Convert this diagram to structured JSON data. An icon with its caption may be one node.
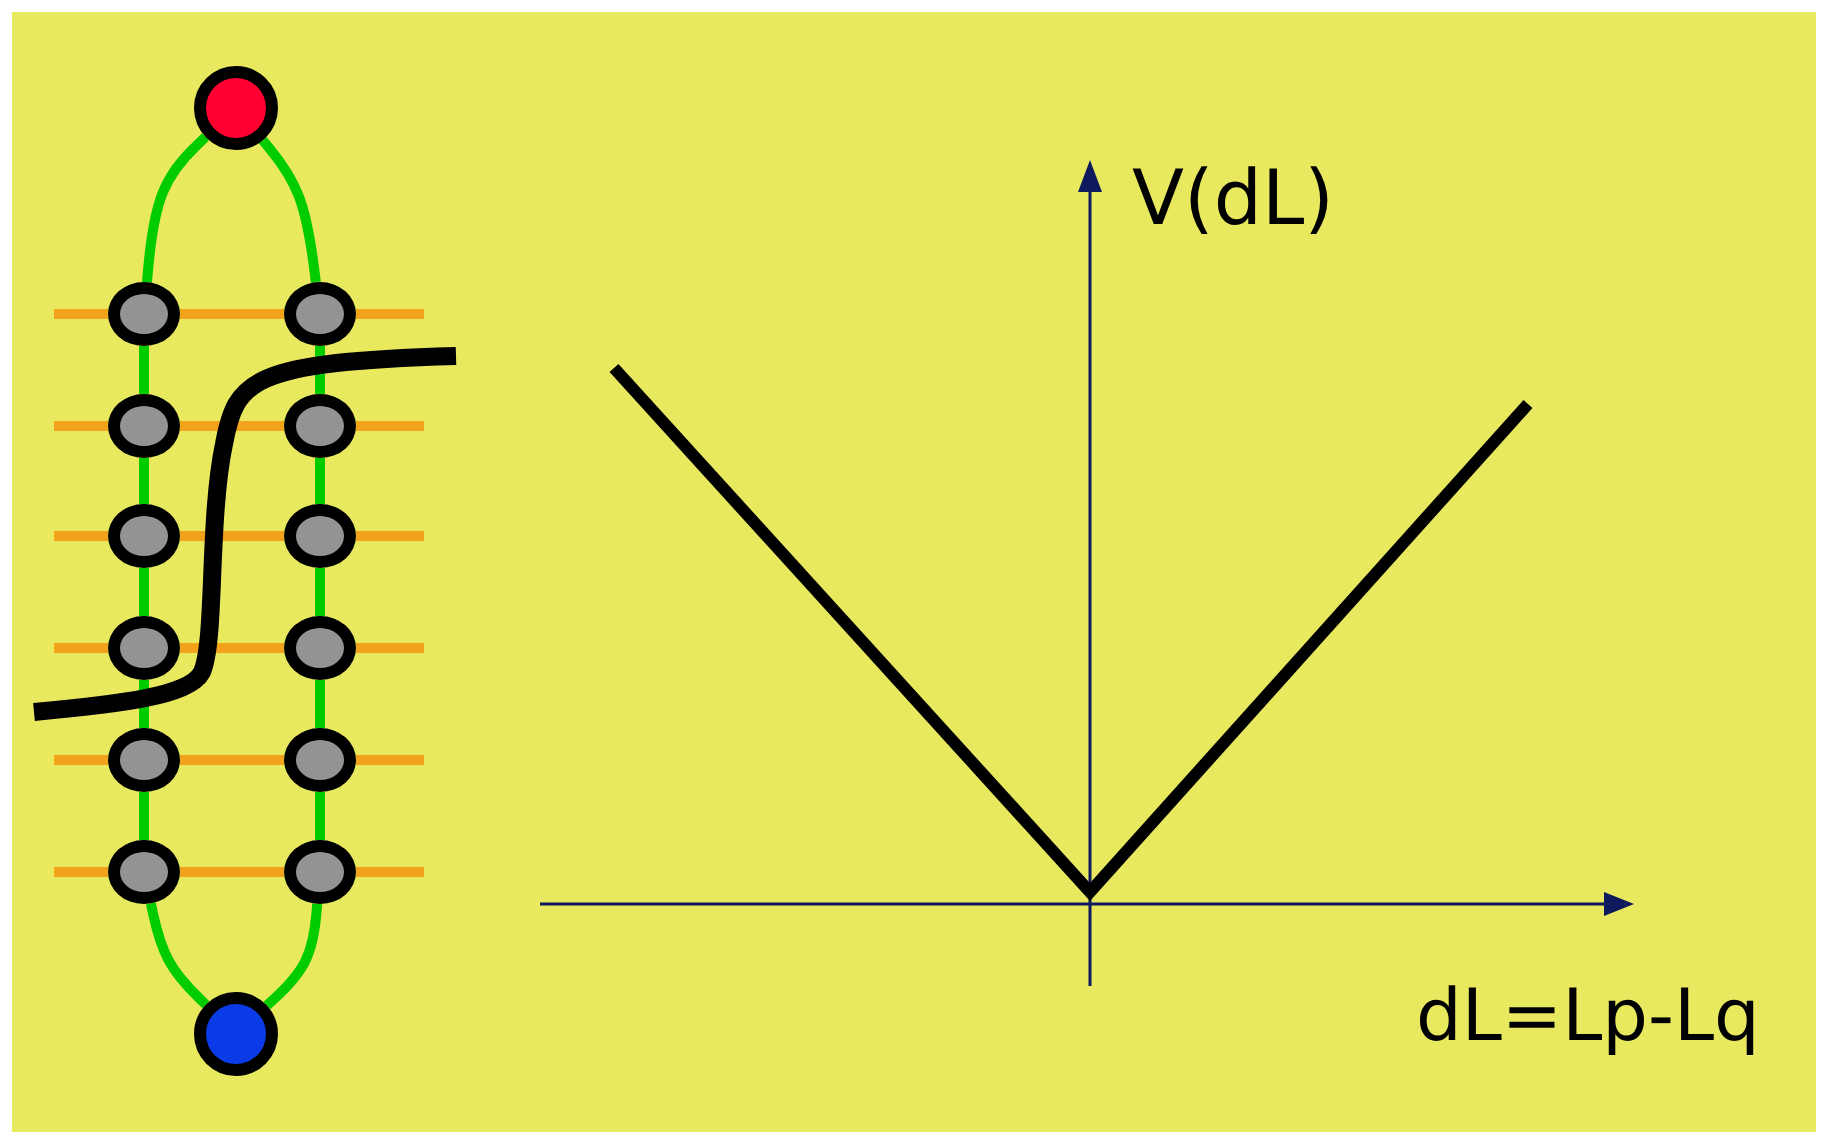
{
  "diagram": {
    "nodes": [
      {
        "text": [],
        "shape": "circle"
      },
      {
        "text": [],
        "shape": "circle"
      },
      {
        "text": [],
        "shape": "circle"
      },
      {
        "text": [],
        "shape": "circle"
      },
      {
        "text": [],
        "shape": "circle"
      },
      {
        "text": [],
        "shape": "circle"
      },
      {
        "text": [],
        "shape": "circle"
      },
      {
        "text": [],
        "shape": "circle"
      },
      {
        "text": [],
        "shape": "circle"
      },
      {
        "text": [],
        "shape": "circle"
      },
      {
        "text": [],
        "shape": "circle"
      },
      {
        "text": [],
        "shape": "circle"
      },
      {
        "text": [],
        "shape": "circle"
      },
      {
        "text": [],
        "shape": "circle"
      }
    ],
    "edges": [
      {
        "from": 0,
        "to": 1,
        "arrow": "none",
        "color": "#00cc00"
      },
      {
        "from": 0,
        "to": 2,
        "arrow": "none",
        "color": "#00cc00"
      },
      {
        "from": 1,
        "to": null,
        "arrow": "none"
      },
      {
        "from": 1,
        "to": 2,
        "arrow": "none"
      },
      {
        "from": 2,
        "to": null,
        "arrow": "none"
      },
      {
        "from": 3,
        "to": null,
        "arrow": "none"
      },
      {
        "from": 3,
        "to": 4,
        "arrow": "none"
      },
      {
        "from": 4,
        "to": null,
        "arrow": "none"
      },
      {
        "from": 5,
        "to": null,
        "arrow": "none"
      },
      {
        "from": 5,
        "to": 6,
        "arrow": "none"
      },
      {
        "from": 6,
        "to": null,
        "arrow": "none"
      },
      {
        "from": 7,
        "to": null,
        "arrow": "none"
      },
      {
        "from": 7,
        "to": 8,
        "arrow": "none"
      },
      {
        "from": 8,
        "to": null,
        "arrow": "none"
      },
      {
        "from": 9,
        "to": null,
        "arrow": "none"
      },
      {
        "from": 9,
        "to": 10,
        "arrow": "none"
      },
      {
        "from": 10,
        "to": null,
        "arrow": "none"
      },
      {
        "from": 11,
        "to": null,
        "arrow": "none"
      },
      {
        "from": 11,
        "to": 12,
        "arrow": "none"
      },
      {
        "from": 12,
        "to": null,
        "arrow": "none"
      },
      {
        "from": 1,
        "to": 3,
        "arrow": "none",
        "color": "#00cc00"
      },
      {
        "from": 3,
        "to": 5,
        "arrow": "none",
        "color": "#00cc00"
      },
      {
        "from": 5,
        "to": 7,
        "arrow": "none",
        "color": "#00cc00"
      },
      {
        "from": 7,
        "to": 9,
        "arrow": "none",
        "color": "#00cc00"
      },
      {
        "from": 9,
        "to": 11,
        "arrow": "none",
        "color": "#00cc00"
      },
      {
        "from": 2,
        "to": 4,
        "arrow": "none",
        "color": "#00cc00"
      },
      {
        "from": 4,
        "to": 6,
        "arrow": "none",
        "color": "#00cc00"
      },
      {
        "from": 6,
        "to": 8,
        "arrow": "none",
        "color": "#00cc00"
      },
      {
        "from": 8,
        "to": 10,
        "arrow": "none",
        "color": "#00cc00"
      },
      {
        "from": 10,
        "to": 12,
        "arrow": "none",
        "color": "#00cc00"
      },
      {
        "from": 11,
        "to": 13,
        "arrow": "none",
        "color": "#00cc00"
      },
      {
        "from": 12,
        "to": 13,
        "arrow": "none",
        "color": "#00cc00"
      }
    ],
    "labels": [
      "V(dL)",
      "dL=Lp-Lq"
    ]
  }
}
